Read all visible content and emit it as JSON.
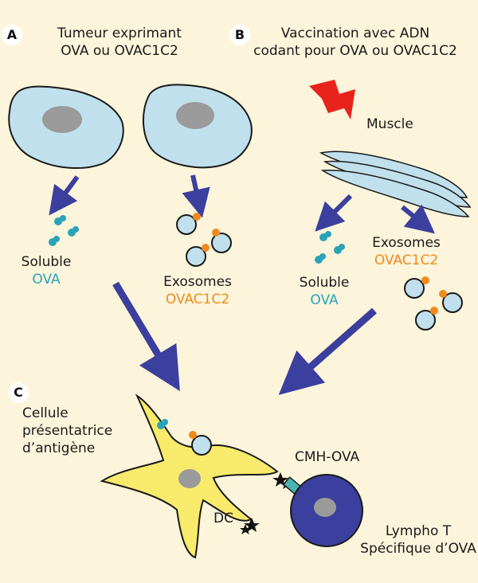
{
  "panels": {
    "a": {
      "badge": "A",
      "title_line1": "Tumeur exprimant",
      "title_line2": "OVA ou OVAC1C2",
      "soluble_label": "Soluble",
      "soluble_ova": "OVA",
      "exosomes_label": "Exosomes",
      "exosomes_ovac": "OVAC1C2"
    },
    "b": {
      "badge": "B",
      "title_line1": "Vaccination avec ADN",
      "title_line2": "codant pour OVA ou OVAC1C2",
      "muscle_label": "Muscle",
      "soluble_label": "Soluble",
      "soluble_ova": "OVA",
      "exosomes_label": "Exosomes",
      "exosomes_ovac": "OVAC1C2"
    },
    "c": {
      "badge": "C",
      "apc_line1": "Cellule",
      "apc_line2": "présentatrice",
      "apc_line3": "d’antigène",
      "dc_label": "DC",
      "cmh_label": "CMH-OVA",
      "lympho_line1": "Lympho T",
      "lympho_line2": "Spécifique d’OVA"
    }
  },
  "colors": {
    "background": "#fdf4dc",
    "cell_fill": "#bfe0ec",
    "nucleus": "#9a9a9a",
    "arrow": "#3b3f9e",
    "ova_teal": "#2aa3b8",
    "ovac_orange": "#f08a1c",
    "dc_yellow": "#f8ea6a",
    "lymphocyte": "#3b3f9e",
    "lightning": "#e8231b",
    "receptor": "#4bb3b0"
  }
}
